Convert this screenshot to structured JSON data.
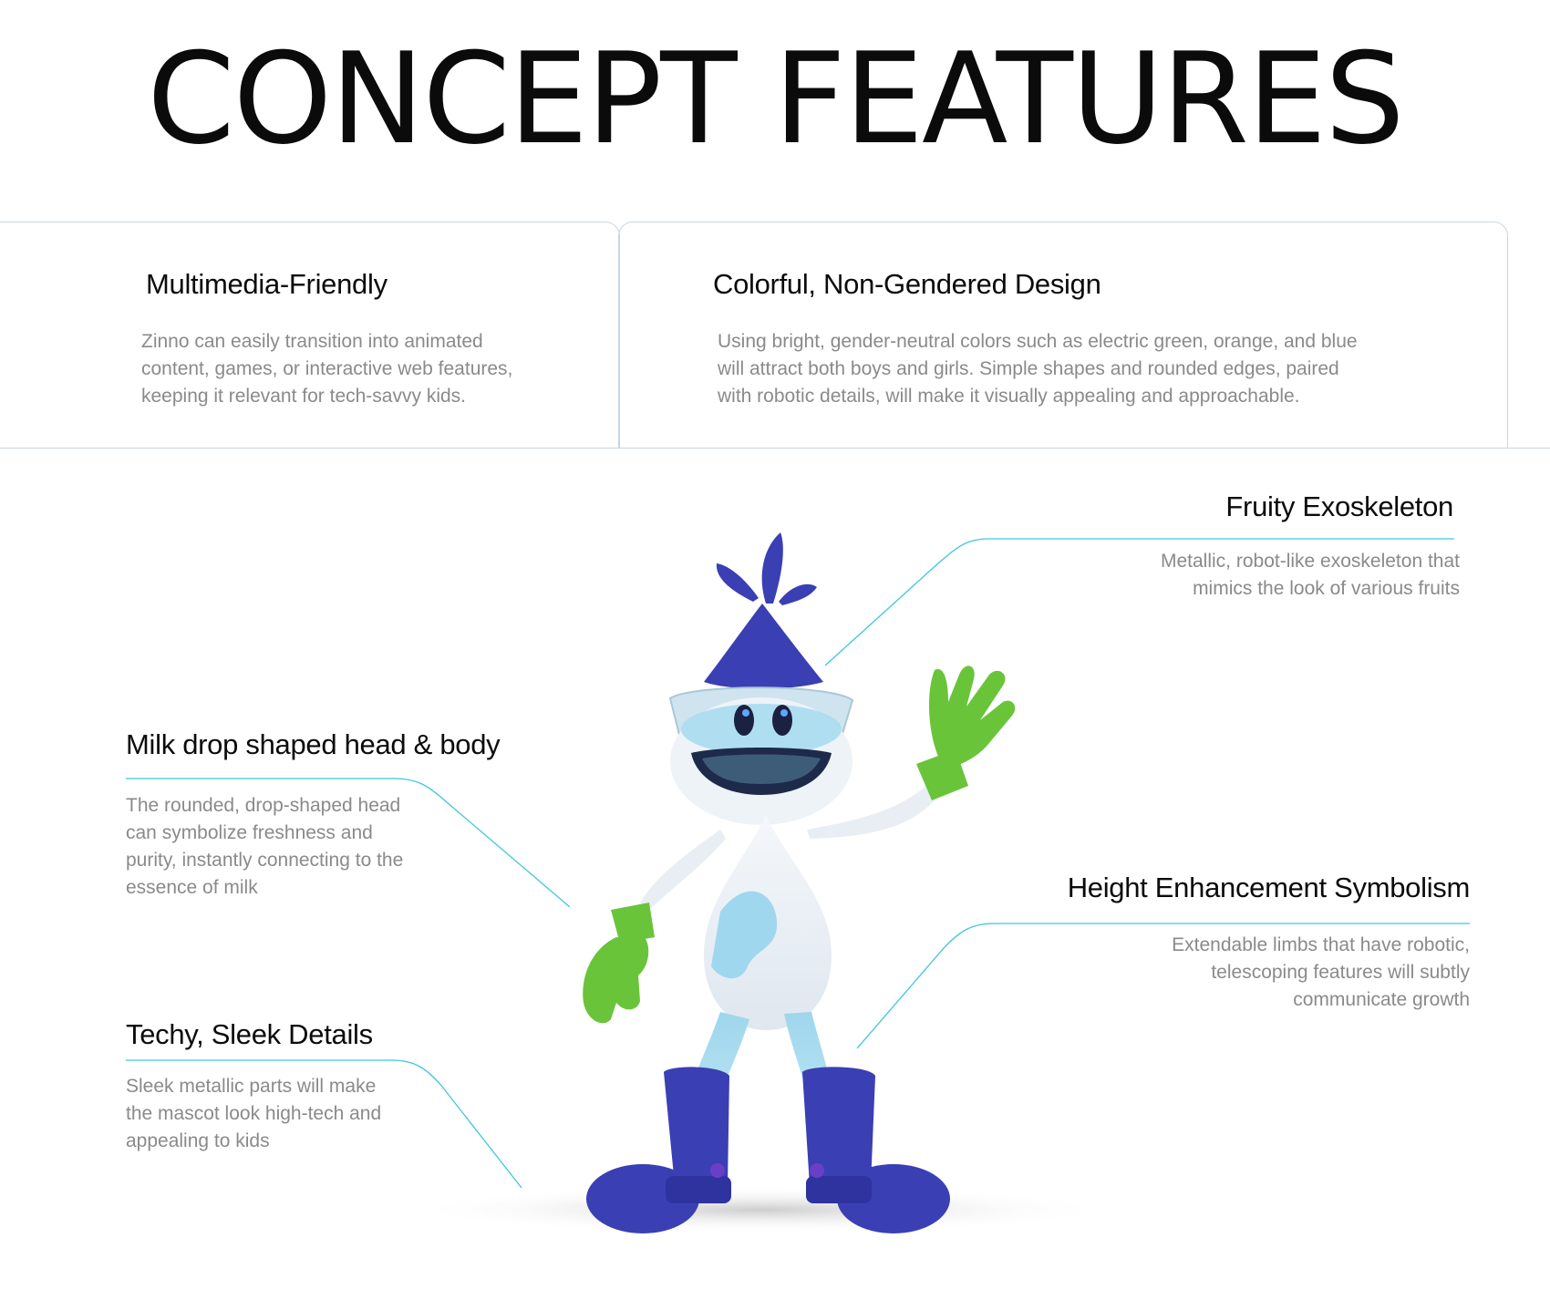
{
  "title": "CONCEPT FEATURES",
  "top_cards": [
    {
      "heading": "Multimedia-Friendly",
      "text": "Zinno can easily transition into animated content, games, or interactive web features, keeping it relevant for tech-savvy kids."
    },
    {
      "heading": "Colorful, Non-Gendered Design",
      "text": "Using bright, gender-neutral colors such as electric green, orange, and blue will attract both boys and girls. Simple shapes and rounded edges, paired with robotic details, will make it visually appealing and approachable."
    }
  ],
  "features": {
    "fruity": {
      "heading": "Fruity Exoskeleton",
      "text": "Metallic, robot-like exoskeleton that mimics the look of various fruits"
    },
    "milk": {
      "heading": "Milk drop shaped head & body",
      "text": "The rounded, drop-shaped head can symbolize freshness and purity, instantly connecting to the essence of milk"
    },
    "height": {
      "heading": "Height Enhancement Symbolism",
      "text": "Extendable limbs that have robotic, telescoping features will subtly communicate growth"
    },
    "techy": {
      "heading": "Techy, Sleek Details",
      "text": "Sleek metallic parts will make the mascot look high-tech and appealing to kids"
    }
  },
  "colors": {
    "accent_line": "#3fc6dd",
    "border": "#c8d4ea",
    "mascot_blue": "#3a3fb4",
    "mascot_green": "#69c43a",
    "mascot_light": "#a9dcef"
  }
}
